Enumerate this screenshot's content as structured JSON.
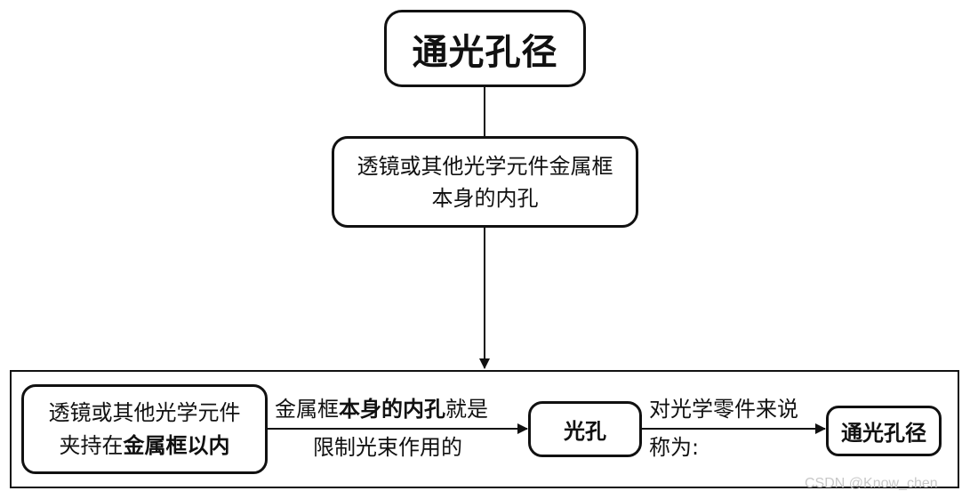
{
  "title": "通光孔径",
  "description": [
    "透镜或其他光学元件金属框",
    "本身的内孔"
  ],
  "box_left": [
    "透镜或其他光学元件",
    "夹持在",
    "金属框以内"
  ],
  "edge1": {
    "line1_plain": "金属框",
    "line1_bold": "本身的内孔",
    "line1_tail": "就是",
    "line2": "限制光束作用的"
  },
  "box_middle": "光孔",
  "edge2": {
    "line1": "对光学零件来说",
    "line2": "称为:"
  },
  "box_right": "通光孔径",
  "watermark": "CSDN @Know_chen"
}
